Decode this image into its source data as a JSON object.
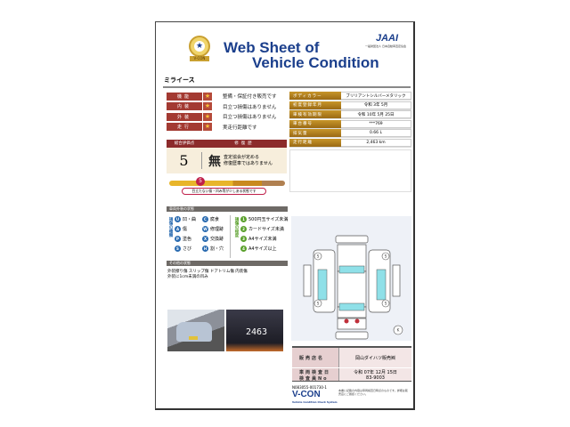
{
  "header": {
    "title_line1": "Web Sheet of",
    "title_line2": "Vehicle Condition",
    "logo_text": "V-CON",
    "org_logo": "JAAI",
    "org_name": "一般財団法人 日本自動車査定協会"
  },
  "car_name": "ミライース",
  "ratings": [
    {
      "label": "機能",
      "text": "整備・保証付き販売です"
    },
    {
      "label": "内装",
      "text": "目立つ損傷はありません"
    },
    {
      "label": "外装",
      "text": "目立つ損傷はありません"
    },
    {
      "label": "走行",
      "text": "実走行距離です"
    }
  ],
  "specs": [
    {
      "key": "ボディカラー",
      "value": "ブリリアントシルバーメタリック"
    },
    {
      "key": "初度登録年月",
      "value": "令和 3年 5月"
    },
    {
      "key": "車検有効期限",
      "value": "令和 10年 5月 25日"
    },
    {
      "key": "車台番号",
      "value": "***769"
    },
    {
      "key": "排気量",
      "value": "0.66 L"
    },
    {
      "key": "走行距離",
      "value": "2,463 km"
    }
  ],
  "score": {
    "header_score": "総合評価点",
    "header_history": "修復歴",
    "value": "5",
    "history_mark": "無",
    "history_text1": "査定協会が定める",
    "history_text2": "修復歴車ではありません",
    "scale_selected": "5",
    "callout": "目立たない傷・凹み等が少しある状態です"
  },
  "exterior": {
    "title": "車両外装の状態",
    "type_label": "損傷の種類",
    "size_label": "損傷の程度",
    "types": [
      {
        "code": "U",
        "name": "凹・曲"
      },
      {
        "code": "C",
        "name": "腐食"
      },
      {
        "code": "A",
        "name": "傷"
      },
      {
        "code": "W",
        "name": "修理跡"
      },
      {
        "code": "P",
        "name": "塗色"
      },
      {
        "code": "X",
        "name": "交換跡"
      },
      {
        "code": "S",
        "name": "さび"
      },
      {
        "code": "H",
        "name": "割・穴"
      }
    ],
    "sizes": [
      {
        "code": "1",
        "name": "500円玉サイズ未満"
      },
      {
        "code": "2",
        "name": "カードサイズ未満"
      },
      {
        "code": "3",
        "name": "A4サイズ未満"
      },
      {
        "code": "4",
        "name": "A4サイズ以上"
      }
    ]
  },
  "other": {
    "title": "その他の状態",
    "line1": "外装擦り傷 スリップ傷 ドアトリム傷 内装傷",
    "line2": "外装に1cm未満の凹み"
  },
  "photos": {
    "odometer": "2463"
  },
  "diagram": {
    "mark": "K",
    "tire_marks": "S"
  },
  "dealer": [
    {
      "key": "販売店名",
      "value": "岡山ダイハツ販売㈱"
    },
    {
      "key": "車両検査日",
      "value": "令和 07年 12月 15日"
    },
    {
      "key": "検査員No",
      "value": "83-9003"
    }
  ],
  "footer": {
    "serial": "N083055-001730-1",
    "brand": "V-CON",
    "brand_sub": "Vehicle Condition Check System",
    "note": "本書に記載の内容は車両検査日時点のものです。詳細は販売店にご確認ください。"
  },
  "colors": {
    "title": "#1b3f8c",
    "rating": "#a33a32",
    "spec": "#b0801e",
    "diagram_bg": "#eef1f7"
  }
}
